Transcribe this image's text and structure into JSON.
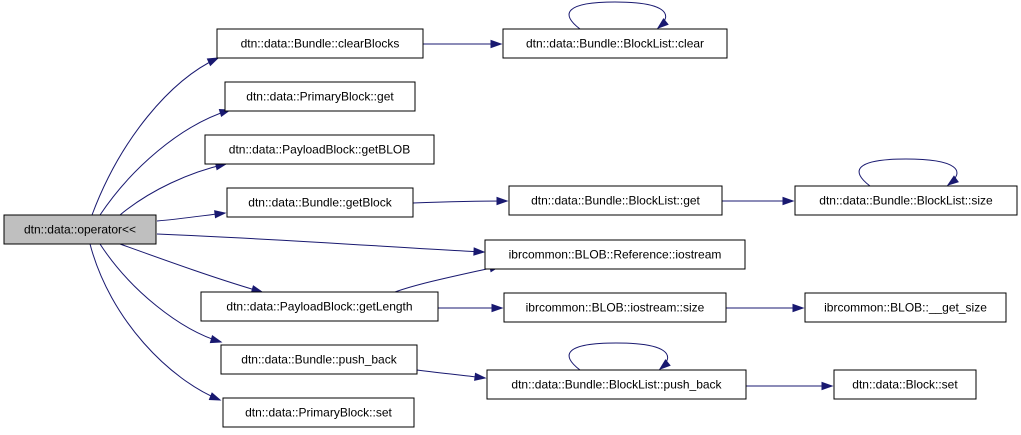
{
  "colors": {
    "edge": "#191970",
    "root_fill": "#bfbfbf",
    "node_fill": "#ffffff",
    "border": "#000000"
  },
  "nodes": [
    {
      "id": "operator",
      "label": "dtn::data::operator<<"
    },
    {
      "id": "clearBlocks",
      "label": "dtn::data::Bundle::clearBlocks"
    },
    {
      "id": "bl_clear",
      "label": "dtn::data::Bundle::BlockList::clear"
    },
    {
      "id": "pb_get",
      "label": "dtn::data::PrimaryBlock::get"
    },
    {
      "id": "getBLOB",
      "label": "dtn::data::PayloadBlock::getBLOB"
    },
    {
      "id": "getBlock",
      "label": "dtn::data::Bundle::getBlock"
    },
    {
      "id": "bl_get",
      "label": "dtn::data::Bundle::BlockList::get"
    },
    {
      "id": "bl_size",
      "label": "dtn::data::Bundle::BlockList::size"
    },
    {
      "id": "ref_iostream",
      "label": "ibrcommon::BLOB::Reference::iostream"
    },
    {
      "id": "getLength",
      "label": "dtn::data::PayloadBlock::getLength"
    },
    {
      "id": "iostream_size",
      "label": "ibrcommon::BLOB::iostream::size"
    },
    {
      "id": "get_size",
      "label": "ibrcommon::BLOB::__get_size"
    },
    {
      "id": "push_back",
      "label": "dtn::data::Bundle::push_back"
    },
    {
      "id": "bl_push_back",
      "label": "dtn::data::Bundle::BlockList::push_back"
    },
    {
      "id": "block_set",
      "label": "dtn::data::Block::set"
    },
    {
      "id": "pb_set",
      "label": "dtn::data::PrimaryBlock::set"
    }
  ],
  "edges": [
    {
      "from": "operator",
      "to": "clearBlocks"
    },
    {
      "from": "operator",
      "to": "pb_get"
    },
    {
      "from": "operator",
      "to": "getBLOB"
    },
    {
      "from": "operator",
      "to": "getBlock"
    },
    {
      "from": "operator",
      "to": "ref_iostream"
    },
    {
      "from": "operator",
      "to": "getLength"
    },
    {
      "from": "operator",
      "to": "push_back"
    },
    {
      "from": "operator",
      "to": "pb_set"
    },
    {
      "from": "clearBlocks",
      "to": "bl_clear"
    },
    {
      "from": "bl_clear",
      "to": "bl_clear"
    },
    {
      "from": "getBlock",
      "to": "bl_get"
    },
    {
      "from": "bl_get",
      "to": "bl_size"
    },
    {
      "from": "bl_size",
      "to": "bl_size"
    },
    {
      "from": "getLength",
      "to": "ref_iostream"
    },
    {
      "from": "getLength",
      "to": "iostream_size"
    },
    {
      "from": "iostream_size",
      "to": "get_size"
    },
    {
      "from": "push_back",
      "to": "bl_push_back"
    },
    {
      "from": "bl_push_back",
      "to": "bl_push_back"
    },
    {
      "from": "bl_push_back",
      "to": "block_set"
    }
  ]
}
